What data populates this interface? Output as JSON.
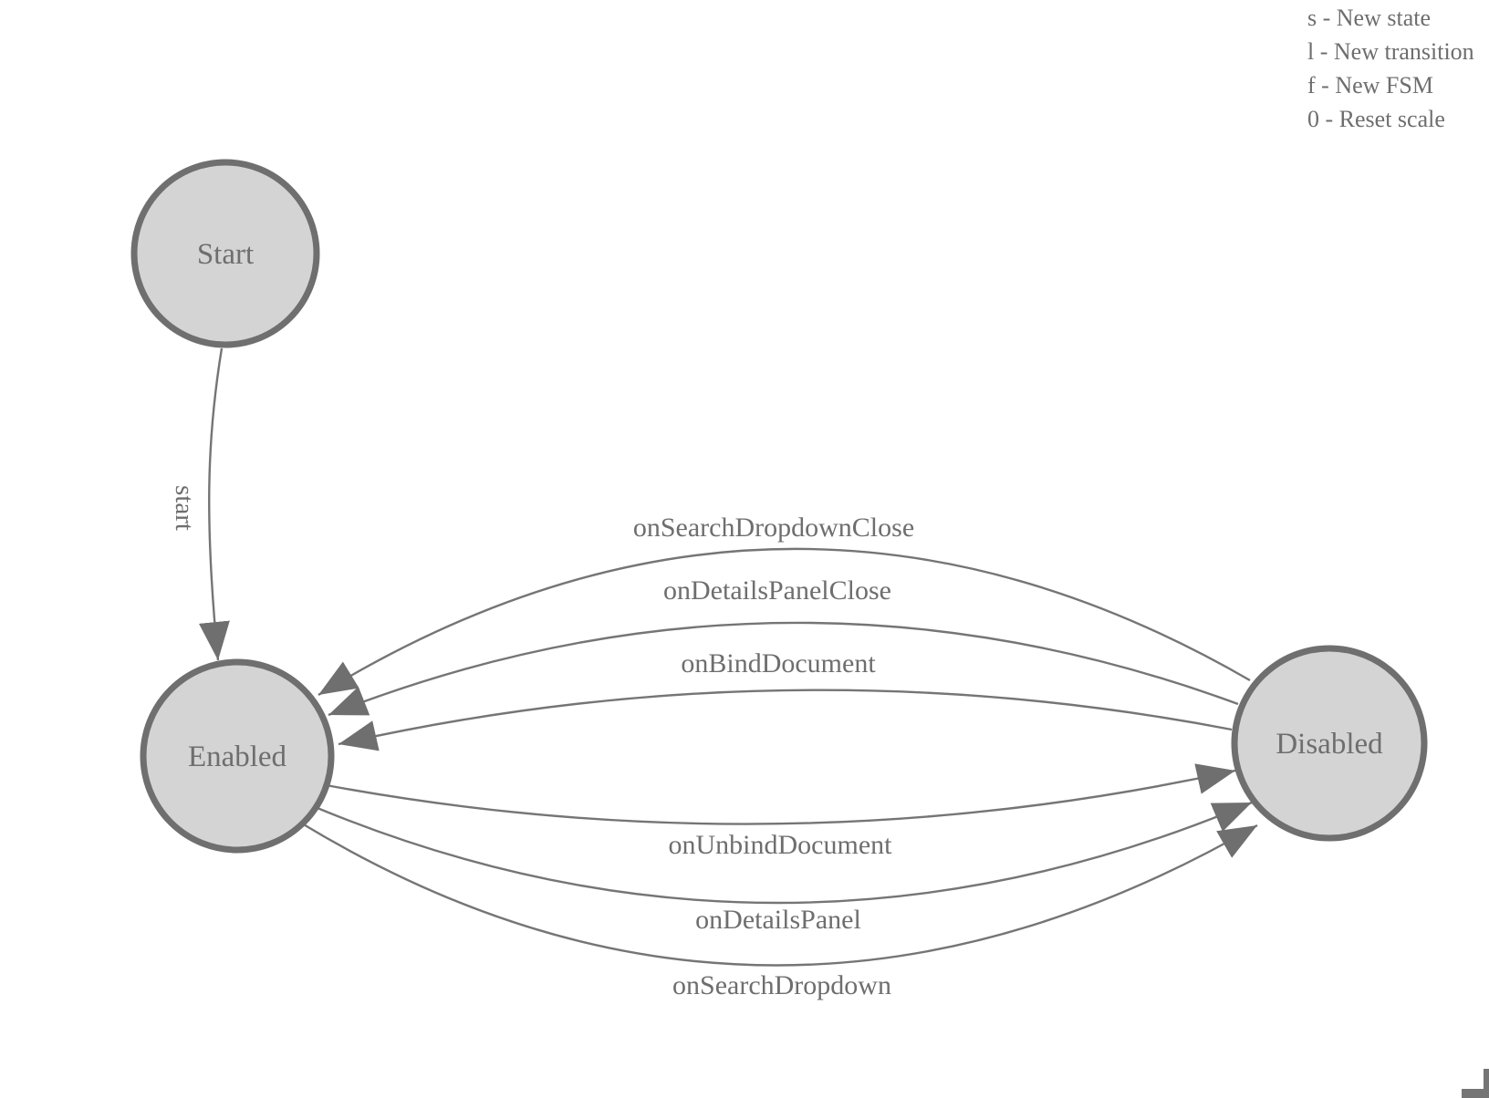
{
  "legend": {
    "lines": [
      "s - New state",
      "l - New transition",
      "f - New FSM",
      "0 - Reset scale"
    ]
  },
  "states": [
    {
      "id": "start",
      "label": "Start"
    },
    {
      "id": "enabled",
      "label": "Enabled"
    },
    {
      "id": "disabled",
      "label": "Disabled"
    }
  ],
  "transitions": [
    {
      "from": "Start",
      "to": "Enabled",
      "label": "start"
    },
    {
      "from": "Disabled",
      "to": "Enabled",
      "label": "onSearchDropdownClose"
    },
    {
      "from": "Disabled",
      "to": "Enabled",
      "label": "onDetailsPanelClose"
    },
    {
      "from": "Disabled",
      "to": "Enabled",
      "label": "onBindDocument"
    },
    {
      "from": "Enabled",
      "to": "Disabled",
      "label": "onUnbindDocument"
    },
    {
      "from": "Enabled",
      "to": "Disabled",
      "label": "onDetailsPanel"
    },
    {
      "from": "Enabled",
      "to": "Disabled",
      "label": "onSearchDropdown"
    }
  ],
  "colors": {
    "node_fill": "#d4d4d4",
    "node_stroke": "#6f6f6f",
    "edge_stroke": "#757575",
    "arrow_fill": "#6f6f6f",
    "text": "#6e6e6e",
    "background": "#ffffff"
  }
}
